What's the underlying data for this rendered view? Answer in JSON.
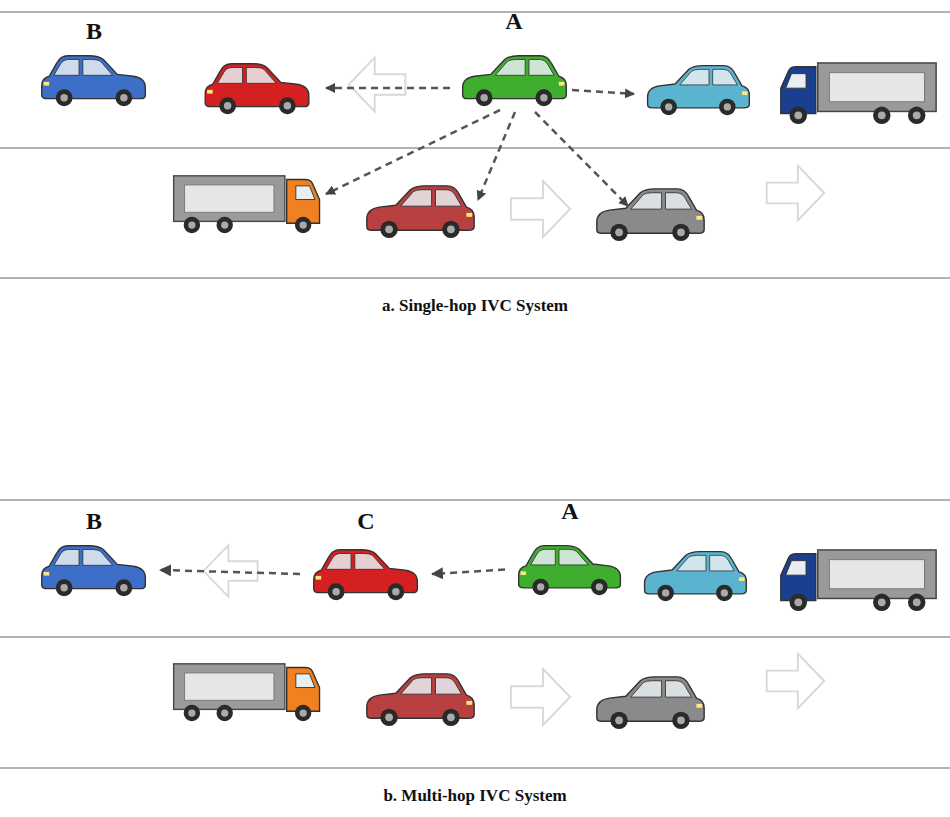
{
  "diagram": {
    "nodes": [
      {
        "text": [
          "B"
        ]
      },
      {
        "text": [
          "A"
        ]
      },
      {
        "text": [
          "B"
        ]
      },
      {
        "text": [
          "C"
        ]
      },
      {
        "text": [
          "A"
        ]
      }
    ],
    "edges": [
      {
        "from": 4,
        "to": 3,
        "arrow": "to"
      },
      {
        "from": 3,
        "to": 2,
        "arrow": "to"
      }
    ],
    "labels": [
      "a. Single-hop IVC System",
      "b. Multi-hop IVC System"
    ]
  }
}
